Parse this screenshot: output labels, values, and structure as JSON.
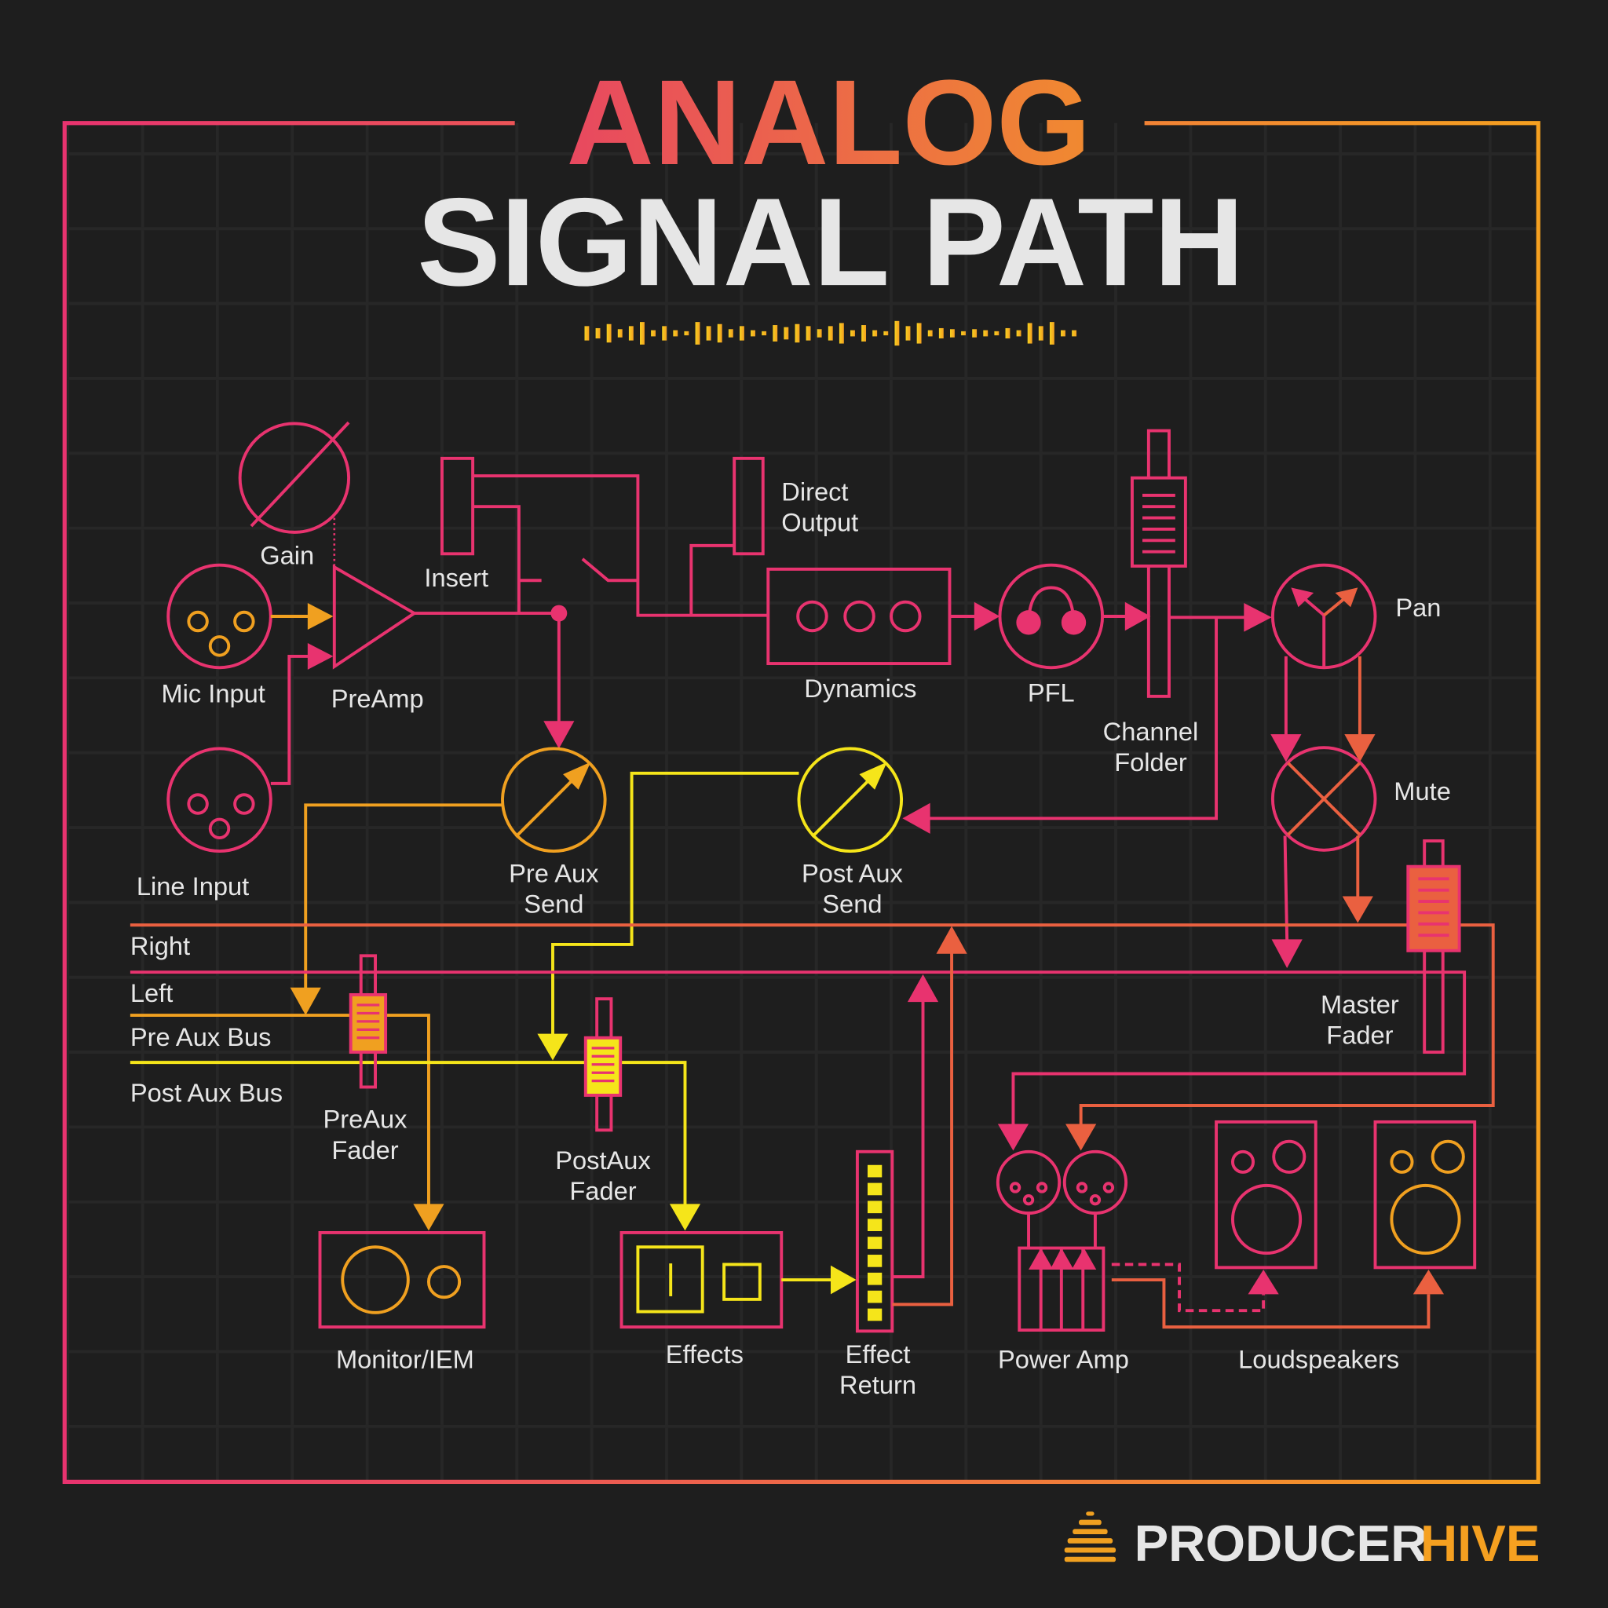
{
  "title": {
    "line1": "ANALOG",
    "line2": "SIGNAL PATH"
  },
  "colors": {
    "background": "#1e1e1e",
    "pink": "#e8336f",
    "orange": "#f0a020",
    "coral": "#ea6040",
    "yellow": "#f5e51a",
    "text": "#e6e6e6"
  },
  "labels": {
    "gain": "Gain",
    "mic_input": "Mic Input",
    "line_input": "Line Input",
    "preamp": "PreAmp",
    "insert": "Insert",
    "direct_output": [
      "Direct",
      "Output"
    ],
    "dynamics": "Dynamics",
    "pfl": "PFL",
    "channel_fader": [
      "Channel",
      "Folder"
    ],
    "pan": "Pan",
    "mute": "Mute",
    "pre_aux_send": [
      "Pre Aux",
      "Send"
    ],
    "post_aux_send": [
      "Post Aux",
      "Send"
    ],
    "right": "Right",
    "left": "Left",
    "pre_aux_bus": "Pre Aux Bus",
    "post_aux_bus": "Post Aux Bus",
    "preaux_fader": [
      "PreAux",
      "Fader"
    ],
    "postaux_fader": [
      "PostAux",
      "Fader"
    ],
    "master_fader": [
      "Master",
      "Fader"
    ],
    "monitor": "Monitor/IEM",
    "effects": "Effects",
    "effect_return": [
      "Effect",
      "Return"
    ],
    "power_amp": "Power Amp",
    "loudspeakers": "Loudspeakers"
  },
  "logo": {
    "word1": "PRODUCER",
    "word2": "HIVE",
    "icon": "hive-icon"
  }
}
